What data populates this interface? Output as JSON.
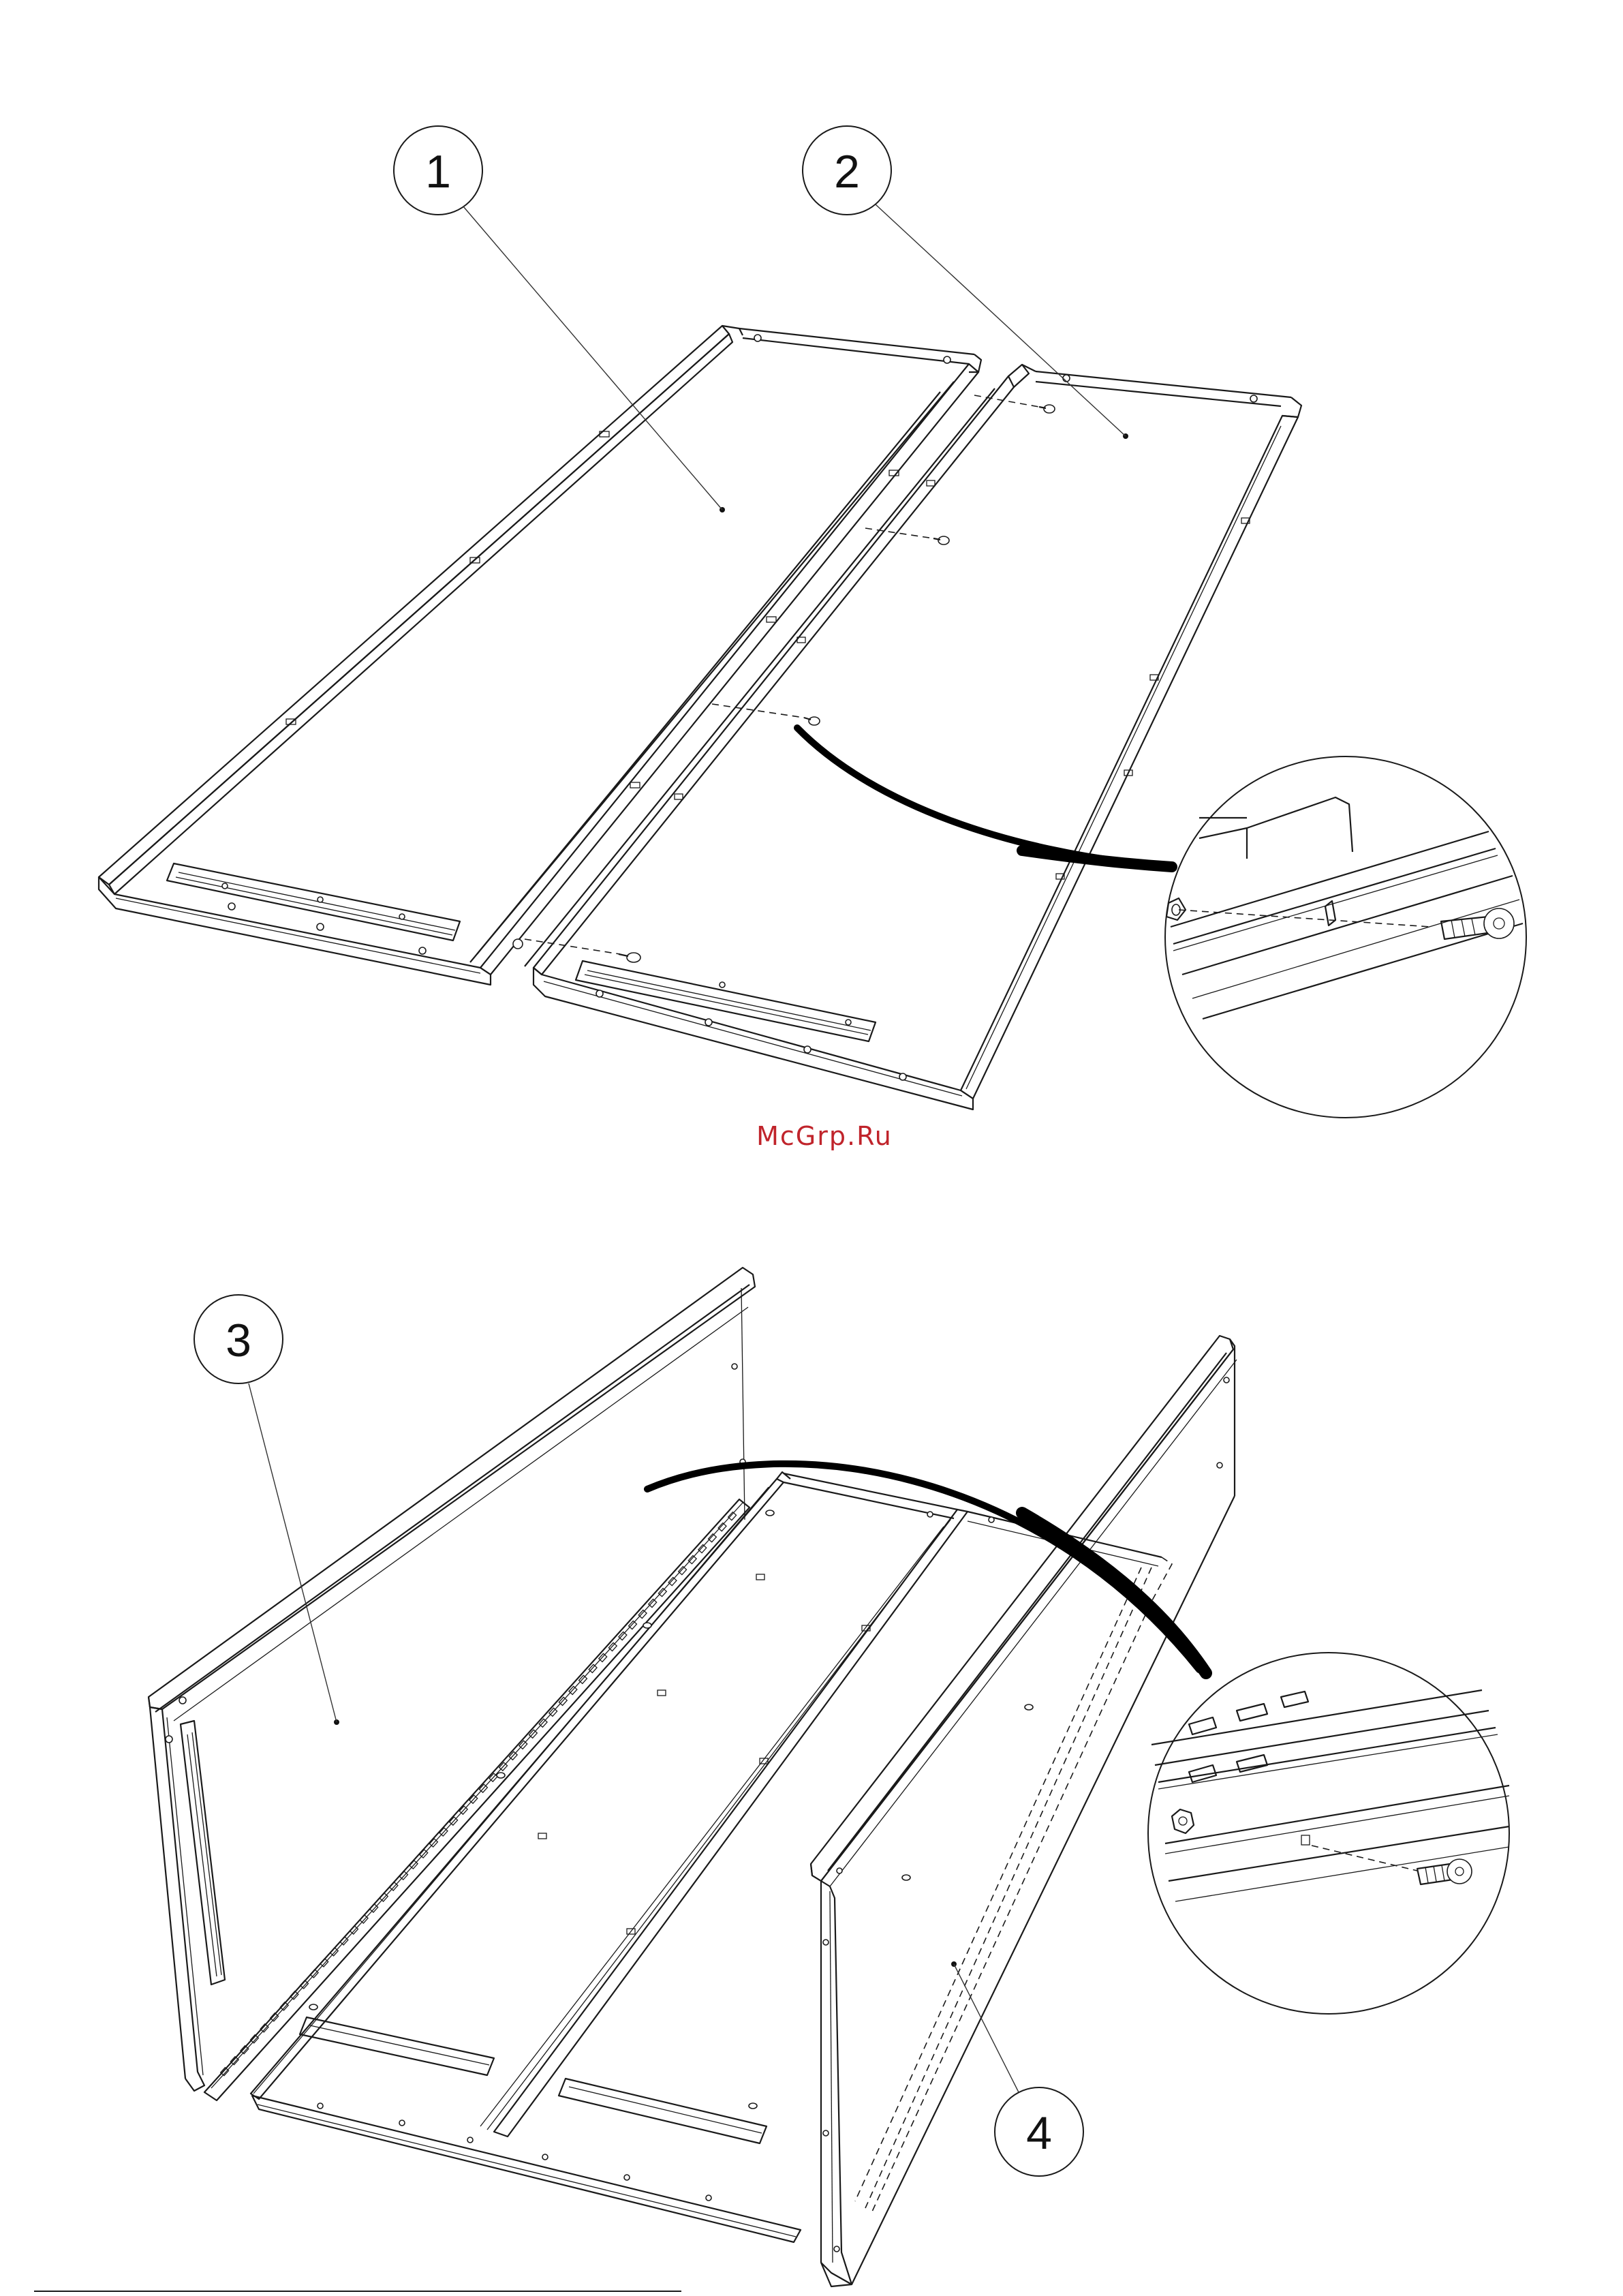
{
  "diagram": {
    "callouts": [
      {
        "number": "1"
      },
      {
        "number": "2"
      },
      {
        "number": "3"
      },
      {
        "number": "4"
      }
    ],
    "watermark": "McGrp.Ru",
    "colors": {
      "line": "#1a1a1a",
      "watermark": "#c0242b",
      "background": "#ffffff"
    },
    "icons": [
      "screw-icon",
      "nut-icon"
    ]
  }
}
